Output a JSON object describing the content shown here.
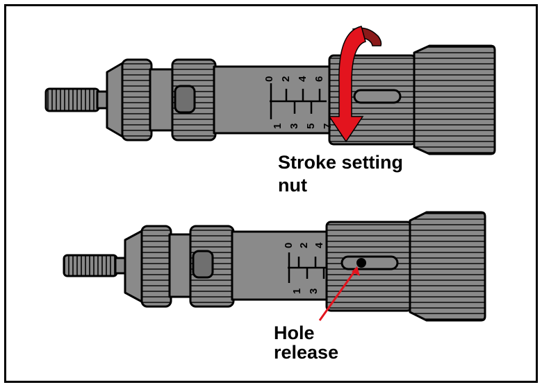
{
  "colors": {
    "body": "#8a8a8a",
    "body_dark": "#6f6f6f",
    "outline": "#000000",
    "arrow_red": "#e3141e",
    "arrow_dark_red": "#8b1a1a",
    "pointer_red": "#e3141e"
  },
  "labels": {
    "stroke_line1": "Stroke setting",
    "stroke_line2": "nut",
    "hole_line1": "Hole",
    "hole_line2": "release"
  },
  "top_scale": {
    "upper": [
      "0",
      "2",
      "4",
      "6"
    ],
    "lower": [
      "1",
      "3",
      "5",
      "7"
    ]
  },
  "bottom_scale": {
    "upper": [
      "0",
      "2",
      "4"
    ],
    "lower": [
      "1",
      "3"
    ]
  },
  "icons": {
    "rotation_arrow": "curved-arrow-down",
    "pointer": "red-leader-line"
  }
}
